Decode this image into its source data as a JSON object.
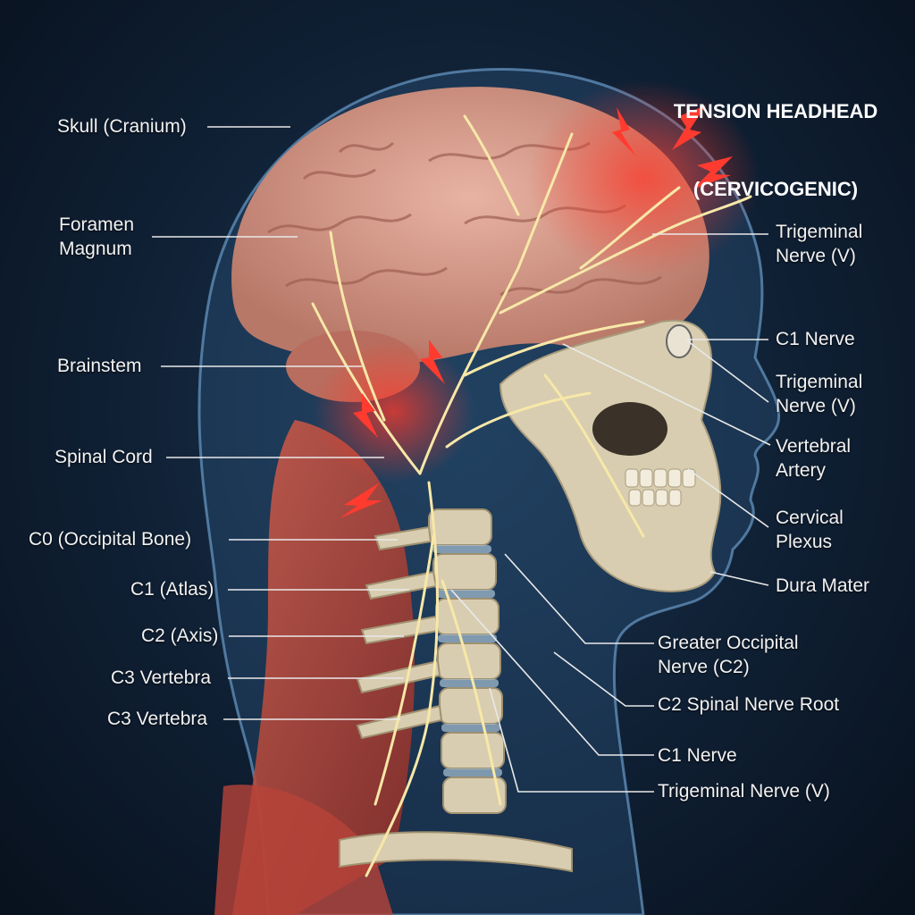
{
  "title": {
    "line1": "TENSION HEADHEAD",
    "line2": "(CERVICOGENIC)"
  },
  "labels_left": {
    "skull": "Skull (Cranium)",
    "foramen": "Foramen\nMagnum",
    "brainstem": "Brainstem",
    "spinal_cord": "Spinal Cord",
    "c0": "C0 (Occipital Bone)",
    "c1": "C1 (Atlas)",
    "c2": "C2 (Axis)",
    "c3a": "C3 Vertebra",
    "c3b": "C3 Vertebra"
  },
  "labels_right": {
    "trigeminal_1": "Trigeminal\nNerve (V)",
    "c1_nerve_1": "C1 Nerve",
    "trigeminal_2": "Trigeminal\nNerve (V)",
    "vertebral_artery": "Vertebral\nArtery",
    "cervical_plexus": "Cervical\nPlexus",
    "dura_mater": "Dura Mater",
    "greater_occipital": "Greater Occipital\nNerve (C2)",
    "c2_root": "C2 Spinal Nerve Root",
    "c1_nerve_2": "C1 Nerve",
    "trigeminal_3": "Trigeminal Nerve (V)"
  },
  "colors": {
    "background": "#0f1f33",
    "silhouette": "#3d6f9c",
    "brain": "#d9a393",
    "bone": "#d8cdb0",
    "muscle": "#c0483a",
    "nerve": "#f7e8a8",
    "pain": "#ff4030"
  }
}
